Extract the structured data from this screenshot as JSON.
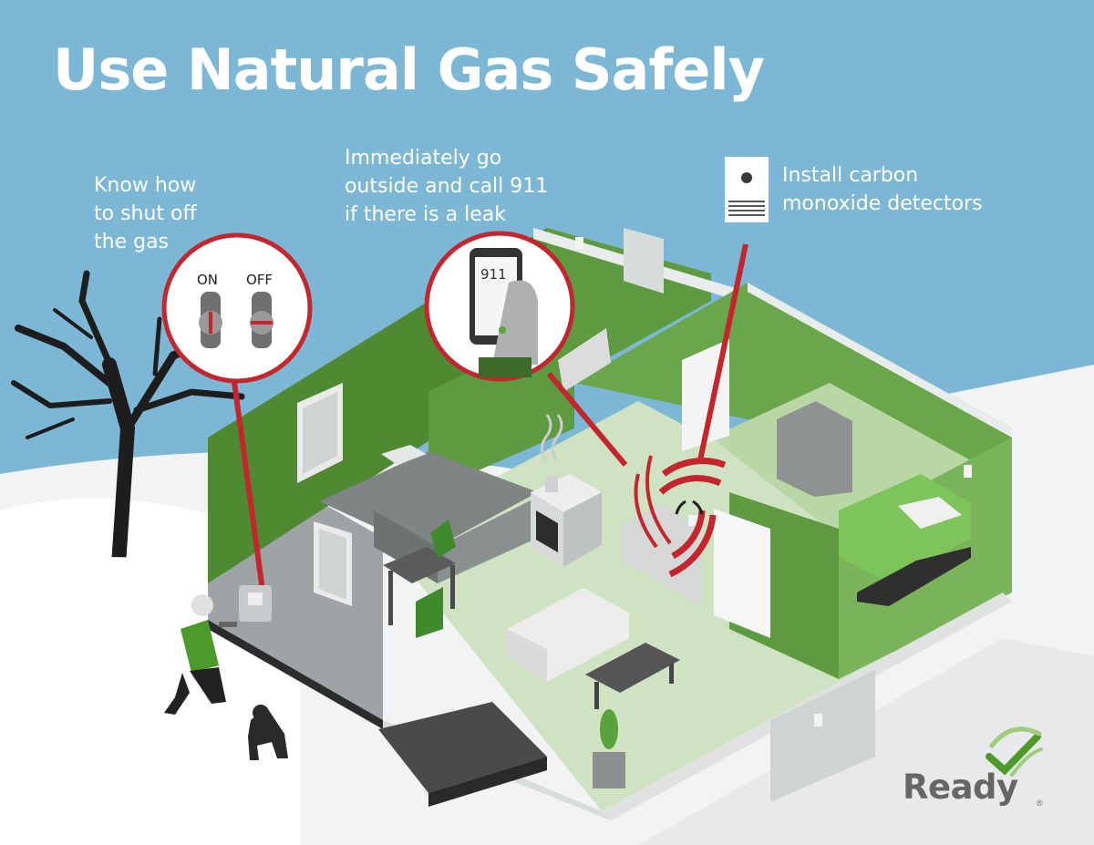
{
  "title": "Use Natural Gas Safely",
  "callouts": {
    "shutoff": "Know how\nto shut off\nthe gas",
    "leak": "Immediately go\noutside and call 911\nif there is a leak",
    "detector": "Install carbon\nmonoxide detectors"
  },
  "valve": {
    "on_label": "ON",
    "off_label": "OFF"
  },
  "phone": {
    "number": "911"
  },
  "brand": {
    "name": "Ready",
    "mark": "®"
  },
  "colors": {
    "sky": "#7cb8d6",
    "wall_green": "#5e9a40",
    "floor_green": "#cfe3c2",
    "accent_red": "#c4262e",
    "brand_green": "#4c9a2a",
    "brand_gray": "#666666"
  },
  "icons": [
    "tree-icon",
    "gas-valve-icon",
    "phone-icon",
    "co-detector-icon",
    "gas-waves-icon",
    "dog-icon",
    "person-icon",
    "checkmark-icon"
  ]
}
